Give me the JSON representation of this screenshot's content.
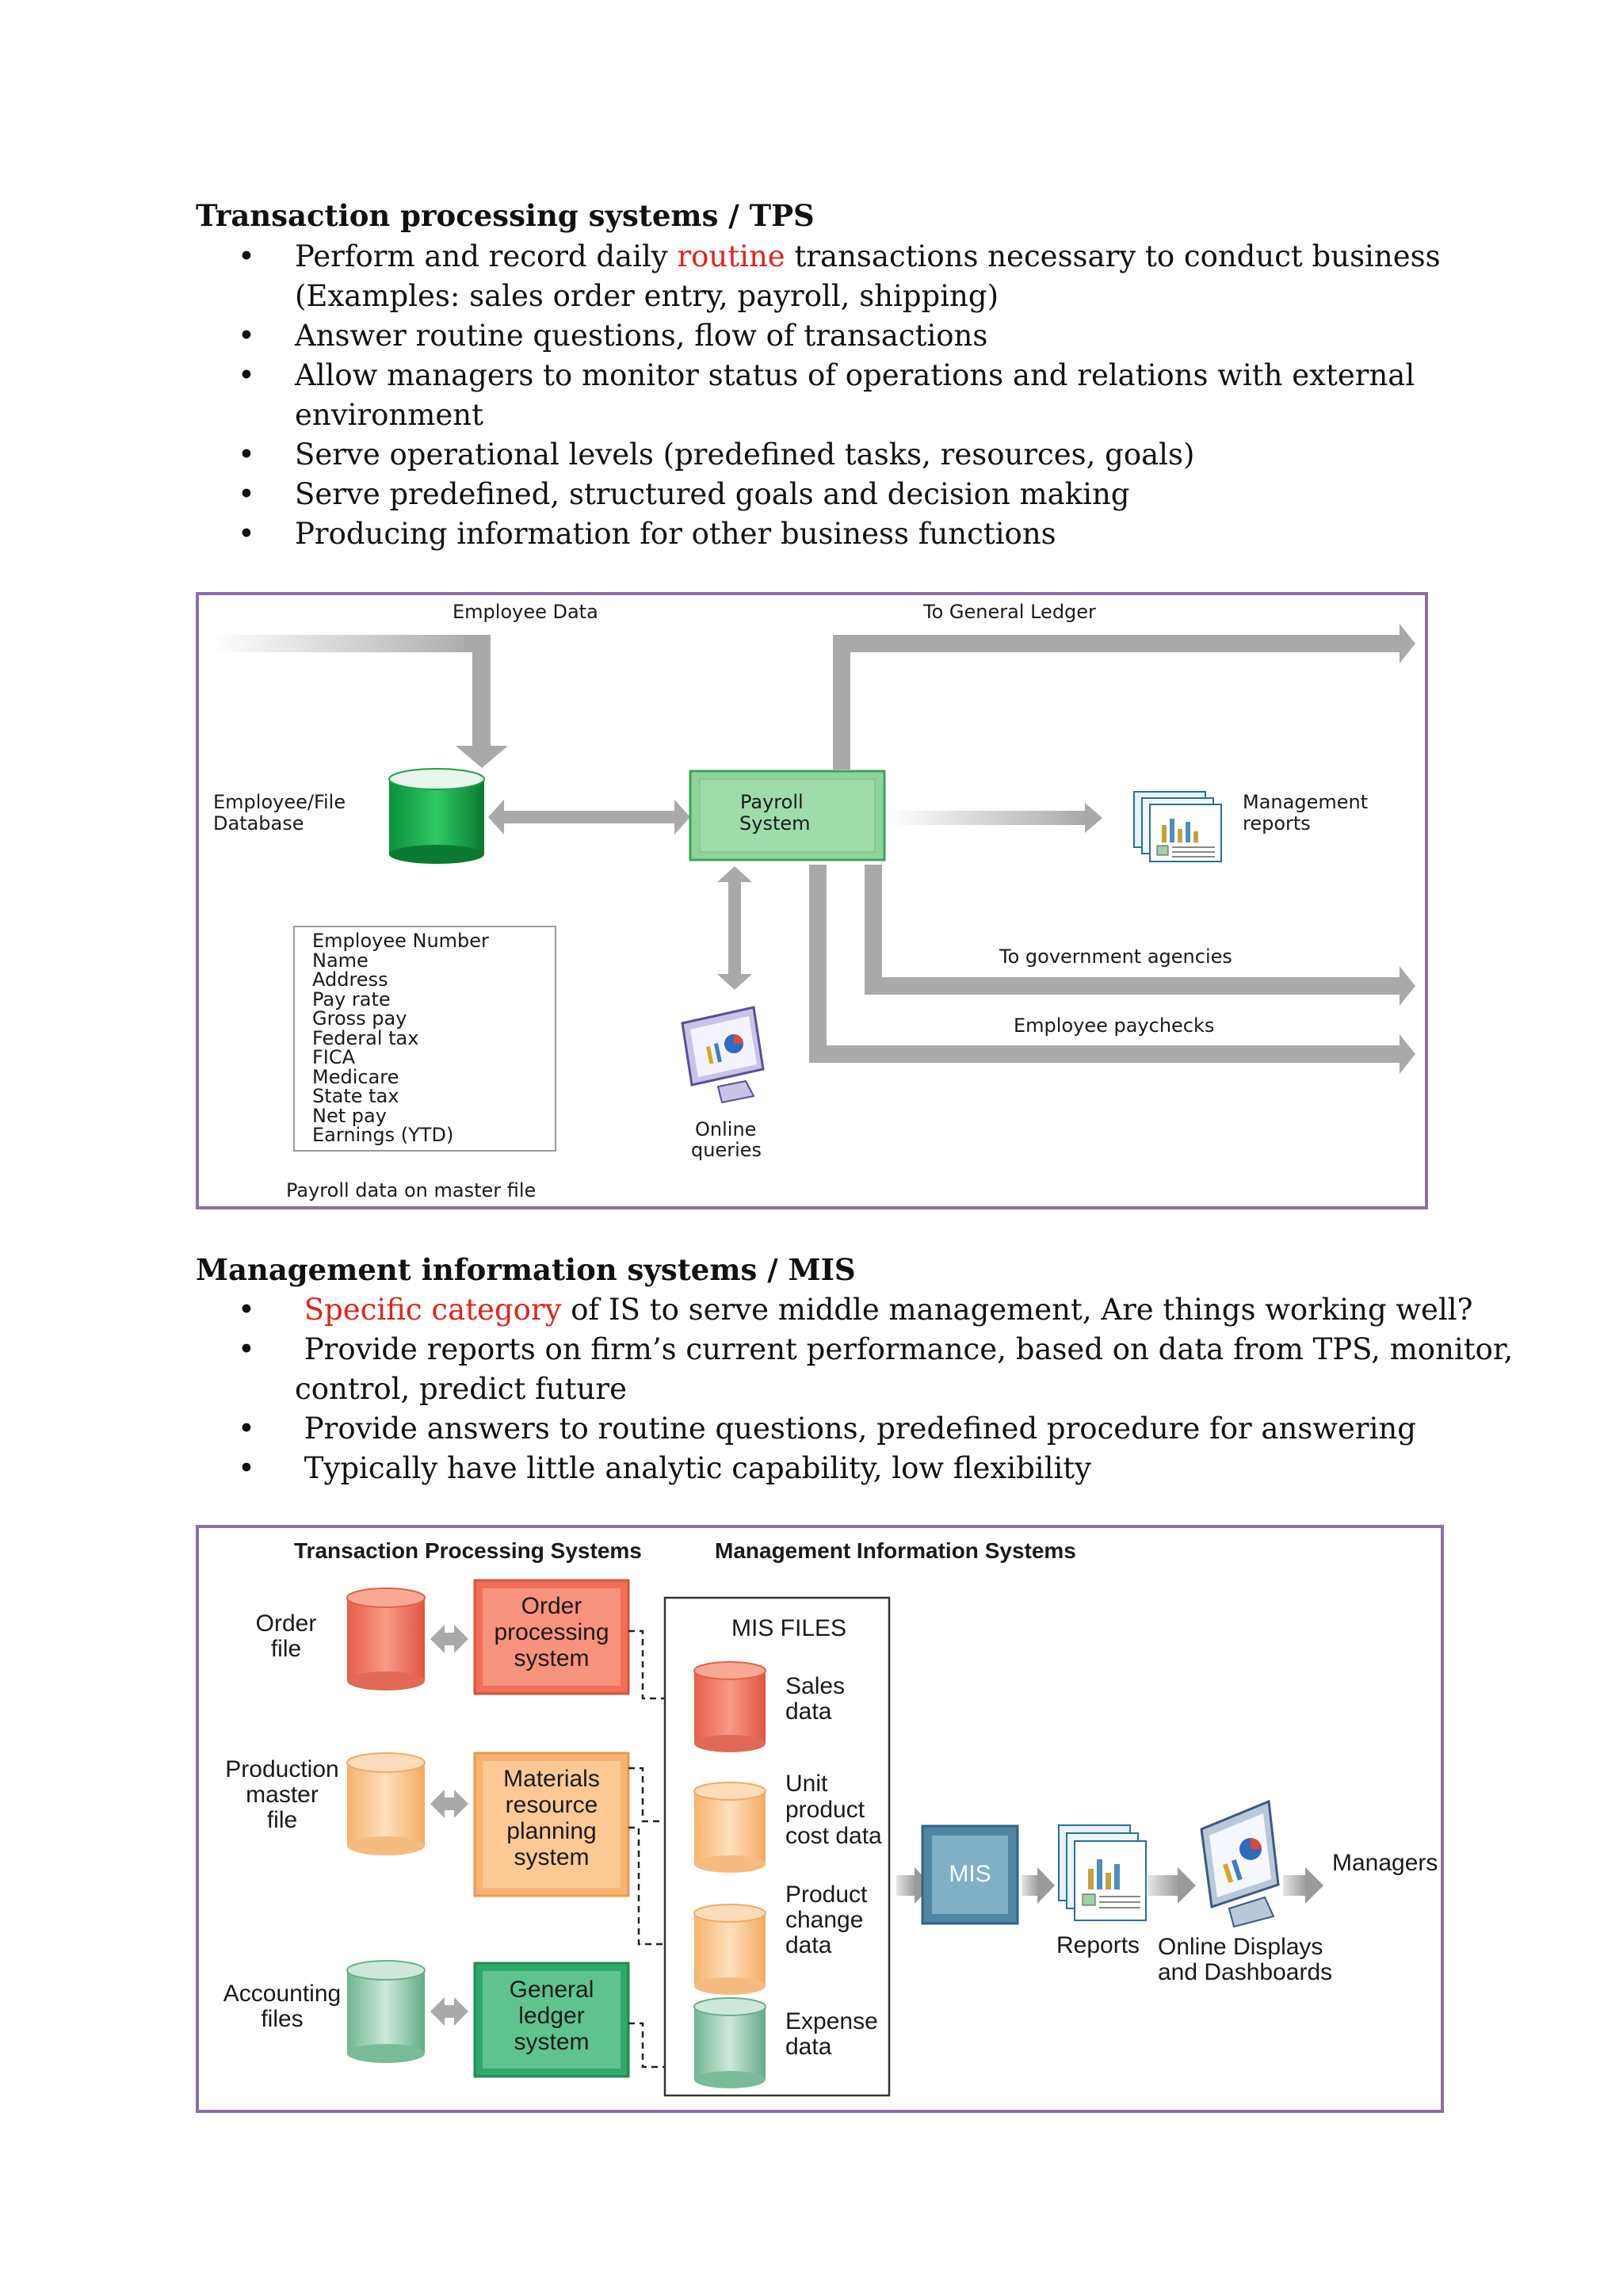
{
  "tps": {
    "heading": "Transaction processing systems / TPS",
    "bullets": [
      {
        "pre": "Perform and record daily ",
        "hl": "routine",
        "post": " transactions necessary to conduct business",
        "cont": "(Examples: sales order entry, payroll, shipping)"
      },
      {
        "pre": "Answer routine questions, flow of transactions",
        "hl": "",
        "post": "",
        "cont": ""
      },
      {
        "pre": "Allow managers to monitor status of operations and relations with external",
        "hl": "",
        "post": "",
        "cont": "environment"
      },
      {
        "pre": "Serve operational levels (predefined tasks, resources, goals)",
        "hl": "",
        "post": "",
        "cont": ""
      },
      {
        "pre": "Serve predefined, structured goals and decision making",
        "hl": "",
        "post": "",
        "cont": ""
      },
      {
        "pre": "Producing information for other business functions",
        "hl": "",
        "post": "",
        "cont": ""
      }
    ]
  },
  "payroll_figure": {
    "employee_data": "Employee Data",
    "to_general_ledger": "To General Ledger",
    "database_label": [
      "Employee/File",
      "Database"
    ],
    "payroll_system": [
      "Payroll",
      "System"
    ],
    "management_reports": [
      "Management",
      "reports"
    ],
    "to_government": "To government agencies",
    "paychecks": "Employee paychecks",
    "online_queries": [
      "Online",
      "queries"
    ],
    "fields": [
      "Employee Number",
      "Name",
      "Address",
      "Pay rate",
      "Gross pay",
      "Federal tax",
      "FICA",
      "Medicare",
      "State tax",
      "Net pay",
      "Earnings (YTD)"
    ],
    "master_file_caption": "Payroll data on master file"
  },
  "mis": {
    "heading": "Management information systems / MIS",
    "bullets": [
      {
        "pre": "",
        "hl": "Specific category",
        "post": " of IS to serve middle management, Are things working well?",
        "cont": ""
      },
      {
        "pre": "Provide reports on firm’s current performance, based on data from TPS, monitor,",
        "hl": "",
        "post": "",
        "cont": "control, predict future"
      },
      {
        "pre": "Provide answers to routine questions, predefined procedure for answering",
        "hl": "",
        "post": "",
        "cont": ""
      },
      {
        "pre": "Typically have little analytic capability, low flexibility",
        "hl": "",
        "post": "",
        "cont": ""
      }
    ]
  },
  "mis_figure": {
    "header_tps": "Transaction Processing Systems",
    "header_mis": "Management Information Systems",
    "order_file": [
      "Order",
      "file"
    ],
    "production_file": [
      "Production",
      "master",
      "file"
    ],
    "accounting_files": [
      "Accounting",
      "files"
    ],
    "order_system": [
      "Order",
      "processing",
      "system"
    ],
    "mrp_system": [
      "Materials",
      "resource",
      "planning",
      "system"
    ],
    "gl_system": [
      "General",
      "ledger",
      "system"
    ],
    "mis_files_title": "MIS FILES",
    "sales_data": [
      "Sales",
      "data"
    ],
    "unit_cost": [
      "Unit",
      "product",
      "cost data"
    ],
    "product_change": [
      "Product",
      "change",
      "data"
    ],
    "expense_data": [
      "Expense",
      "data"
    ],
    "mis_box": "MIS",
    "reports": "Reports",
    "online_displays": [
      "Online Displays",
      "and Dashboards"
    ],
    "managers": "Managers"
  },
  "colors": {
    "highlight": "#e0241a",
    "frame": "#8b6fa6",
    "payroll_green": "#8fd49a",
    "db_green": "#1faa4e",
    "order_red": "#f3826c",
    "mrp_orange": "#fbc58f",
    "gl_green": "#55b98a",
    "mis_blue": "#6f9fb5"
  }
}
